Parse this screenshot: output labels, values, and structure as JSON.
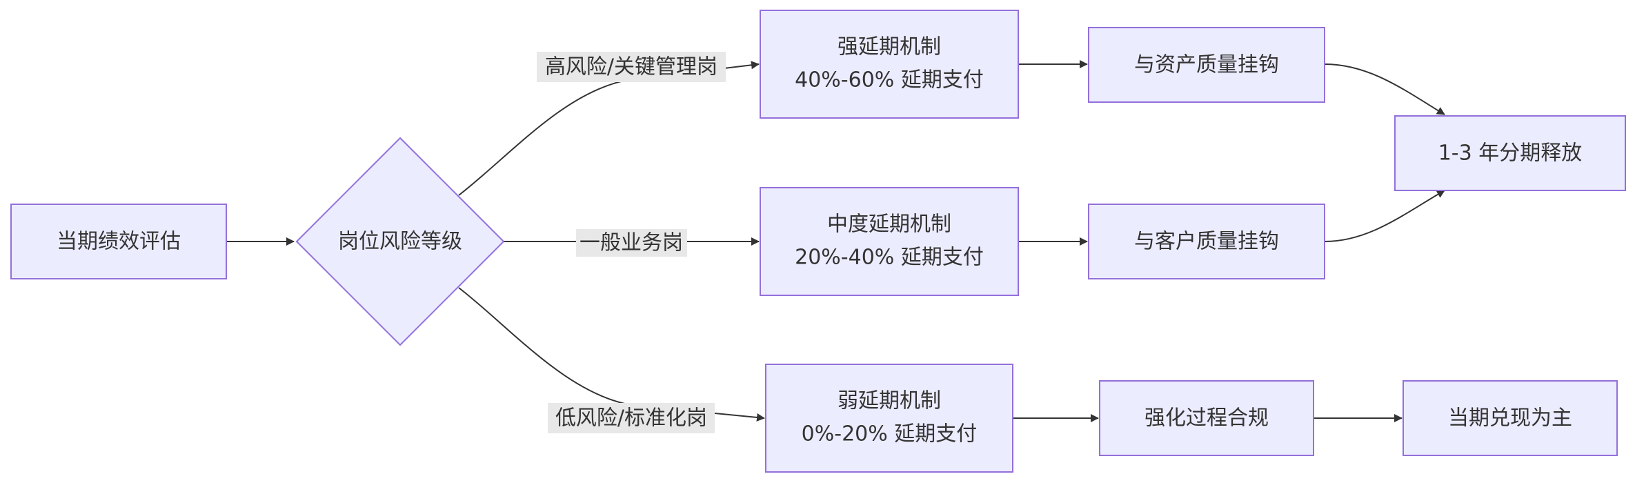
{
  "nodes": {
    "current_eval": "当期绩效评估",
    "risk_level": "岗位风险等级",
    "strong": {
      "line1": "强延期机制",
      "line2": "40%-60% 延期支付"
    },
    "medium": {
      "line1": "中度延期机制",
      "line2": "20%-40% 延期支付"
    },
    "weak": {
      "line1": "弱延期机制",
      "line2": "0%-20% 延期支付"
    },
    "asset_quality": "与资产质量挂钩",
    "client_quality": "与客户质量挂钩",
    "process_compliance": "强化过程合规",
    "release": "1-3 年分期释放",
    "cash_now": "当期兑现为主"
  },
  "edge_labels": {
    "high": "高风险/关键管理岗",
    "general": "一般业务岗",
    "low": "低风险/标准化岗"
  }
}
